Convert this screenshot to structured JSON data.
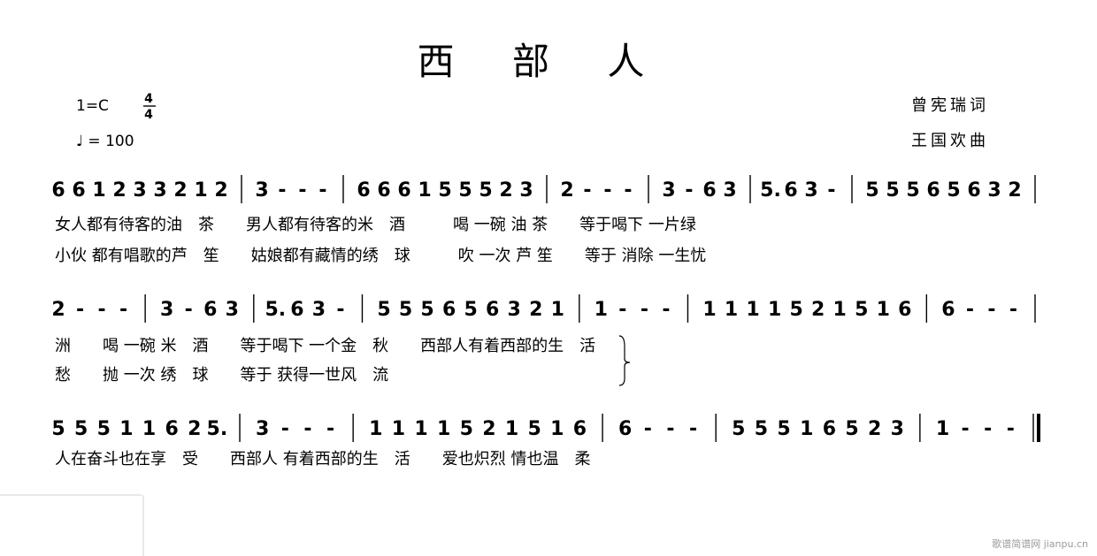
{
  "title": "西 部 人",
  "key": "1=C",
  "time_signature": {
    "top": "4",
    "bottom": "4"
  },
  "tempo": "♩ = 100",
  "credits": {
    "lyricist": "曾宪瑞词",
    "composer": "王国欢曲"
  },
  "systems": [
    {
      "notes": [
        "6",
        "6",
        "1",
        "2",
        "3",
        "3",
        "2",
        "1",
        "2",
        "|",
        "3",
        "-",
        "-",
        "-",
        "|",
        "6",
        "6",
        "6",
        "1",
        "5",
        "5",
        "5",
        "2",
        "3",
        "|",
        "2",
        "-",
        "-",
        "-",
        "|",
        "3",
        "-",
        "6",
        "3",
        "|",
        "5.",
        "6",
        "3",
        "-",
        "|",
        "5",
        "5",
        "5",
        "6",
        "5",
        "6",
        "3",
        "2",
        "|"
      ],
      "lyrics": [
        "女人都有待客的油　茶　　男人都有待客的米　酒　　　喝 一碗 油 茶　　等于喝下 一片绿",
        "小伙 都有唱歌的芦　笙　　姑娘都有藏情的绣　球　　　吹 一次 芦 笙　　等于 消除 一生忧"
      ]
    },
    {
      "notes": [
        "2",
        "-",
        "-",
        "-",
        "|",
        "3",
        "-",
        "6",
        "3",
        "|",
        "5.",
        "6",
        "3",
        "-",
        "|",
        "5",
        "5",
        "5",
        "6",
        "5",
        "6",
        "3",
        "2",
        "1",
        "|",
        "1",
        "-",
        "-",
        "-",
        "|",
        "1",
        "1",
        "1",
        "1",
        "5",
        "2",
        "1",
        "5",
        "1",
        "6",
        "|",
        "6",
        "-",
        "-",
        "-",
        "|"
      ],
      "lyrics": [
        "洲　　喝 一碗 米　酒　　等于喝下 一个金　秋　　西部人有着西部的生　活",
        "愁　　抛 一次 绣　球　　等于 获得一世风　流"
      ]
    },
    {
      "notes": [
        "5",
        "5",
        "5",
        "1",
        "1",
        "6",
        "2",
        "5.",
        "|",
        "3",
        "-",
        "-",
        "-",
        "|",
        "1",
        "1",
        "1",
        "1",
        "5",
        "2",
        "1",
        "5",
        "1",
        "6",
        "|",
        "6",
        "-",
        "-",
        "-",
        "|",
        "5",
        "5",
        "5",
        "1",
        "6",
        "5",
        "2",
        "3",
        "|",
        "1",
        "-",
        "-",
        "-",
        "‖"
      ],
      "lyrics": [
        "人在奋斗也在享　受　　西部人 有着西部的生　活　　爱也炽烈 情也温　柔"
      ]
    }
  ],
  "watermark": "歌谱简谱网 jianpu.cn"
}
